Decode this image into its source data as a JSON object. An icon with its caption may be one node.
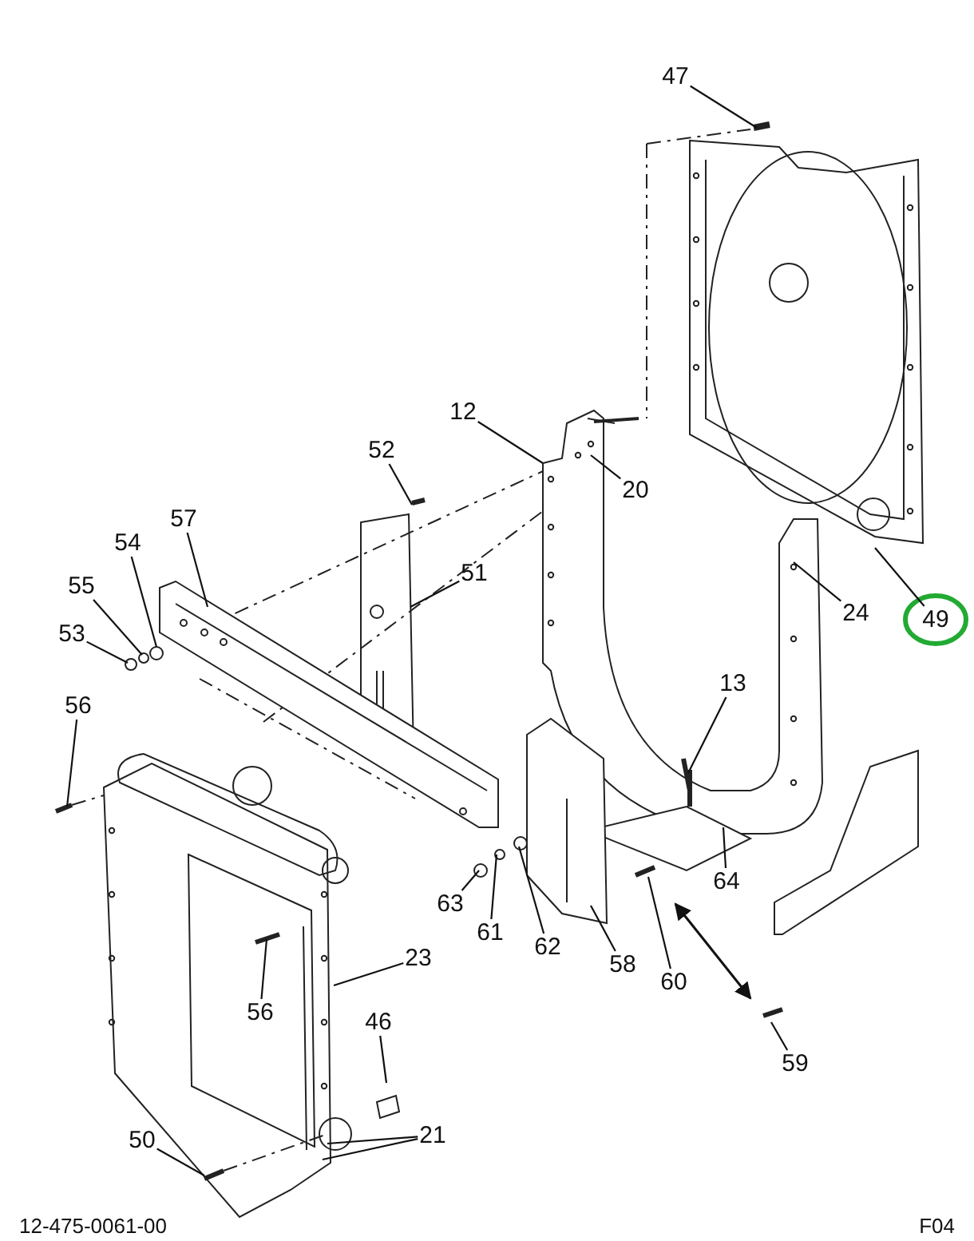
{
  "diagram": {
    "nodes": [
      {
        "text": [
          "47"
        ]
      },
      {
        "text": [
          "12"
        ]
      },
      {
        "text": [
          "52"
        ]
      },
      {
        "text": [
          "20"
        ]
      },
      {
        "text": [
          "57"
        ]
      },
      {
        "text": [
          "54"
        ]
      },
      {
        "text": [
          "51"
        ]
      },
      {
        "text": [
          "55"
        ]
      },
      {
        "text": [
          "24"
        ]
      },
      {
        "text": [
          "49"
        ]
      },
      {
        "text": [
          "53"
        ]
      },
      {
        "text": [
          "13"
        ]
      },
      {
        "text": [
          "56"
        ]
      },
      {
        "text": [
          "64"
        ]
      },
      {
        "text": [
          "63"
        ]
      },
      {
        "text": [
          "61"
        ]
      },
      {
        "text": [
          "62"
        ]
      },
      {
        "text": [
          "58"
        ]
      },
      {
        "text": [
          "23"
        ]
      },
      {
        "text": [
          "60"
        ]
      },
      {
        "text": [
          "56"
        ]
      },
      {
        "text": [
          "46"
        ]
      },
      {
        "text": [
          "59"
        ]
      },
      {
        "text": [
          "50"
        ]
      },
      {
        "text": [
          "21"
        ]
      }
    ],
    "edges": [
      {
        "from": 0,
        "to": null,
        "arrow": "none"
      },
      {
        "from": 1,
        "to": null,
        "arrow": "none"
      },
      {
        "from": 2,
        "to": null,
        "arrow": "none"
      },
      {
        "from": 3,
        "to": null,
        "arrow": "none"
      },
      {
        "from": 4,
        "to": null,
        "arrow": "none"
      },
      {
        "from": 5,
        "to": null,
        "arrow": "none"
      },
      {
        "from": 6,
        "to": null,
        "arrow": "none"
      },
      {
        "from": 7,
        "to": null,
        "arrow": "none"
      },
      {
        "from": 8,
        "to": null,
        "arrow": "none"
      },
      {
        "from": 9,
        "to": null,
        "arrow": "none"
      },
      {
        "from": 10,
        "to": null,
        "arrow": "none"
      },
      {
        "from": 11,
        "to": null,
        "arrow": "none"
      },
      {
        "from": 12,
        "to": null,
        "arrow": "none"
      },
      {
        "from": 13,
        "to": null,
        "arrow": "none"
      },
      {
        "from": 14,
        "to": null,
        "arrow": "none"
      },
      {
        "from": 15,
        "to": null,
        "arrow": "none"
      },
      {
        "from": 16,
        "to": null,
        "arrow": "none"
      },
      {
        "from": 17,
        "to": null,
        "arrow": "none"
      },
      {
        "from": 18,
        "to": null,
        "arrow": "none"
      },
      {
        "from": 19,
        "to": null,
        "arrow": "none"
      },
      {
        "from": 20,
        "to": null,
        "arrow": "none"
      },
      {
        "from": 21,
        "to": null,
        "arrow": "none"
      },
      {
        "from": 22,
        "to": null,
        "arrow": "none"
      },
      {
        "from": 23,
        "to": null,
        "arrow": "none"
      },
      {
        "from": 24,
        "to": null,
        "arrow": "none"
      },
      {
        "from": 24,
        "to": null,
        "arrow": "none"
      }
    ],
    "labels": [
      "12-475-0061-00",
      "F04"
    ]
  }
}
